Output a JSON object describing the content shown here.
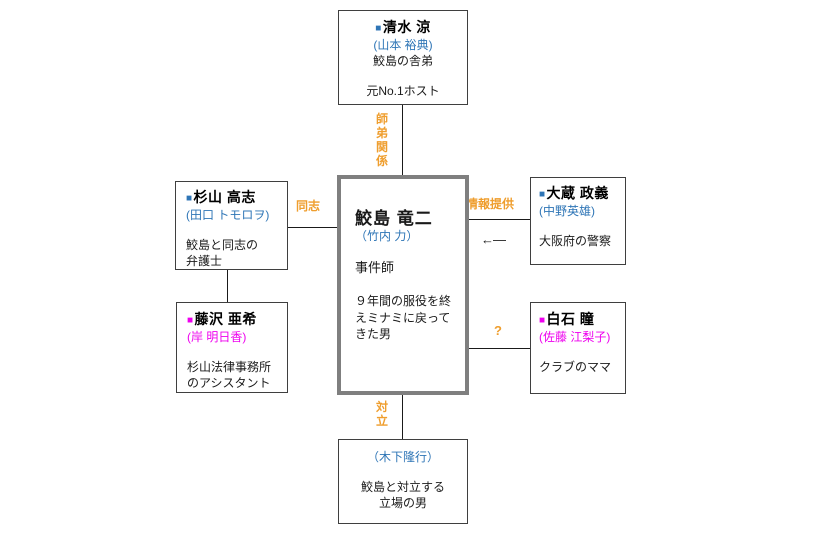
{
  "diagram": {
    "title_hint": "character relationship chart",
    "bullet": "■",
    "colors": {
      "male_accent": "#2E75B6",
      "female_accent": "#EE00EE",
      "relation_label": "#EF9E2E",
      "center_border": "#7F7F7F"
    },
    "center": {
      "name": "鮫島 竜二",
      "actor": "（竹内 力）",
      "role": "事件師",
      "description": "９年間の服役を終\nえミナミに戻って\nきた男"
    },
    "characters": [
      {
        "name": "清水 涼",
        "actor": "(山本 裕典)",
        "role": "鮫島の舎弟",
        "note": "元No.1ホスト"
      },
      {
        "name": "杉山 高志",
        "actor": "(田口 トモロヲ)",
        "role": "鮫島と同志の\n弁護士"
      },
      {
        "name": "藤沢 亜希",
        "actor": "(岸 明日香)",
        "role": "杉山法律事務所\nのアシスタント"
      },
      {
        "name": "大蔵 政義",
        "actor": "(中野英雄)",
        "role": "大阪府の警察"
      },
      {
        "name": "白石 瞳",
        "actor": "(佐藤 江梨子)",
        "role": "クラブのママ"
      },
      {
        "actor": "（木下隆行）",
        "role": "鮫島と対立する\n立場の男"
      }
    ],
    "relations": {
      "mentor": "師弟関係",
      "comrade": "同志",
      "info": "情報提供",
      "info_arrow": "←―",
      "unknown": "?",
      "conflict": "対立"
    }
  }
}
